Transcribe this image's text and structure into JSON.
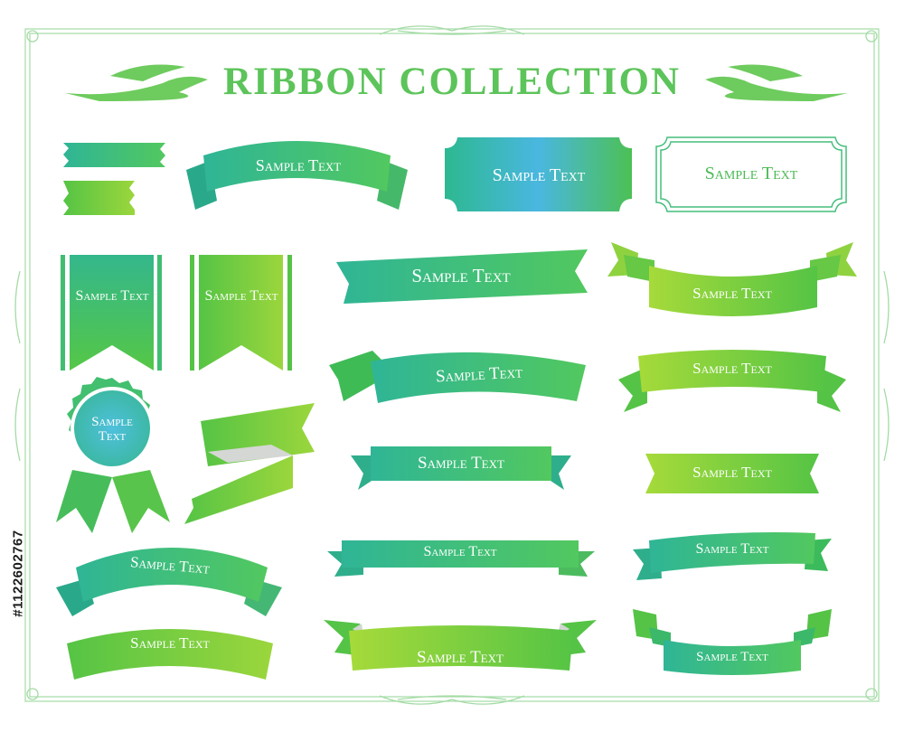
{
  "title": "RIBBON COLLECTION",
  "ribbon_text": "Sample Text",
  "sample_two_line": "Sample Text",
  "side_id": "#1122602767",
  "colors": {
    "border": "#9fd8a0",
    "teal": "#35b99a",
    "green": "#3ec25a",
    "lime": "#8fd240",
    "aqua": "#4fb9dd",
    "title": "#5cc45a"
  }
}
